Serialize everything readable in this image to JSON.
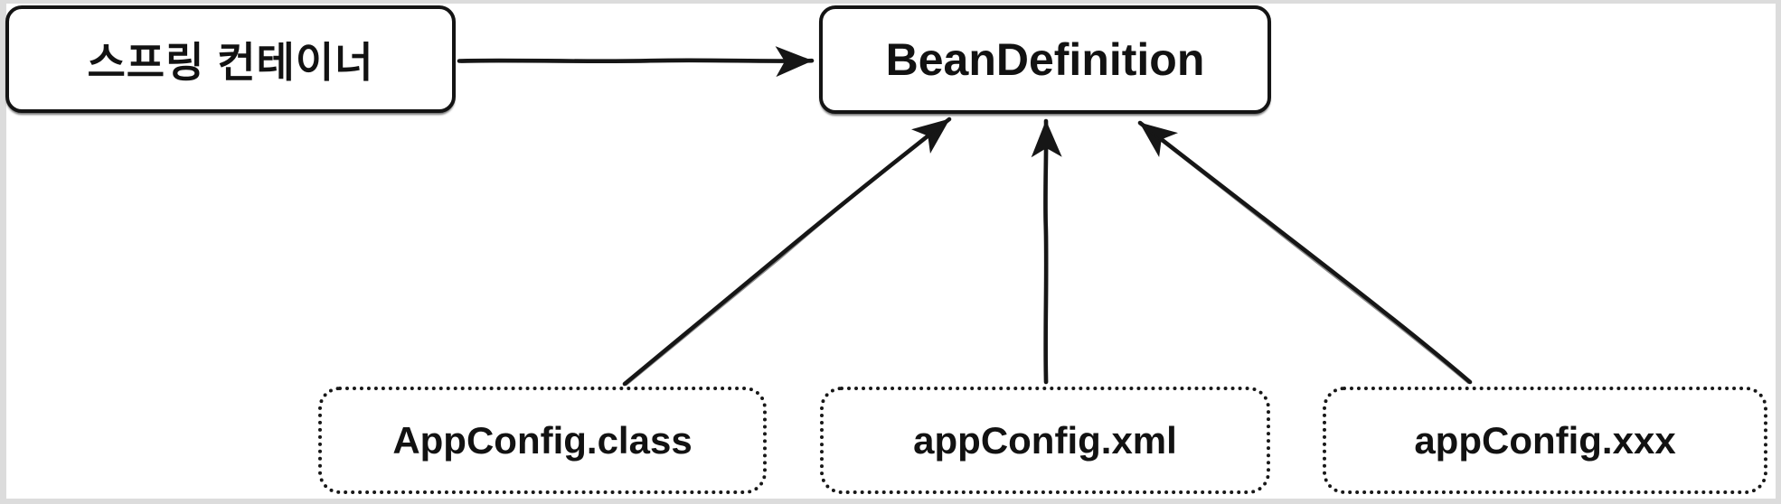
{
  "diagram": {
    "nodes": {
      "spring_container": {
        "label": "스프링 컨테이너",
        "shape": "rounded-solid"
      },
      "bean_definition": {
        "label": "BeanDefinition",
        "shape": "rounded-solid"
      },
      "app_config_class": {
        "label": "AppConfig.class",
        "shape": "rounded-dotted"
      },
      "app_config_xml": {
        "label": "appConfig.xml",
        "shape": "rounded-dotted"
      },
      "app_config_xxx": {
        "label": "appConfig.xxx",
        "shape": "rounded-dotted"
      }
    },
    "edges": [
      {
        "from": "spring_container",
        "to": "bean_definition",
        "type": "arrow"
      },
      {
        "from": "app_config_class",
        "to": "bean_definition",
        "type": "arrow"
      },
      {
        "from": "app_config_xml",
        "to": "bean_definition",
        "type": "arrow"
      },
      {
        "from": "app_config_xxx",
        "to": "bean_definition",
        "type": "arrow"
      }
    ],
    "colors": {
      "stroke": "#161616",
      "node_fill": "#ffffff",
      "background": "#ffffff",
      "frame": "#dcdcdc"
    }
  }
}
